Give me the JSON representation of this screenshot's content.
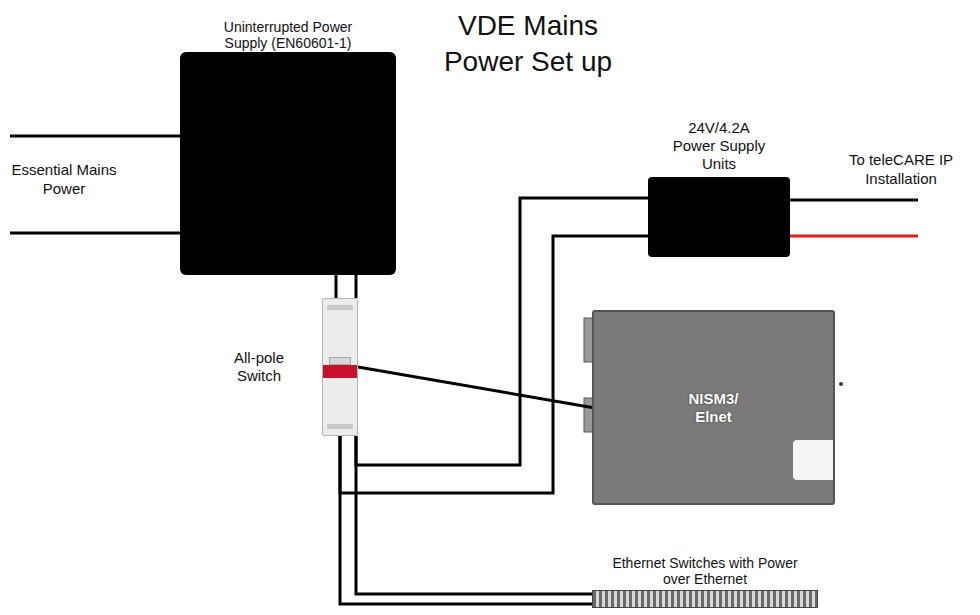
{
  "diagram": {
    "title": "VDE Mains Power Set up",
    "nodes": [
      {
        "text": [
          "Uninterrupted Power Supply (EN60601-1)"
        ]
      },
      {
        "text": [
          "24V/4.2A Power Supply Units"
        ]
      },
      {
        "text": [
          "All-pole Switch"
        ]
      },
      {
        "text": [
          "NISM3/ Elnet"
        ]
      },
      {
        "text": [
          "Ethernet Switches with Power over Ethernet"
        ]
      }
    ],
    "edges": [
      {
        "from": 0,
        "to": 2,
        "arrow": "none"
      },
      {
        "from": 2,
        "to": 1,
        "arrow": "none"
      },
      {
        "from": 2,
        "to": 3,
        "arrow": "none"
      },
      {
        "from": 2,
        "to": 4,
        "arrow": "none"
      }
    ],
    "labels": [
      "Essential Mains Power",
      "To teleCARE IP Installation"
    ]
  }
}
